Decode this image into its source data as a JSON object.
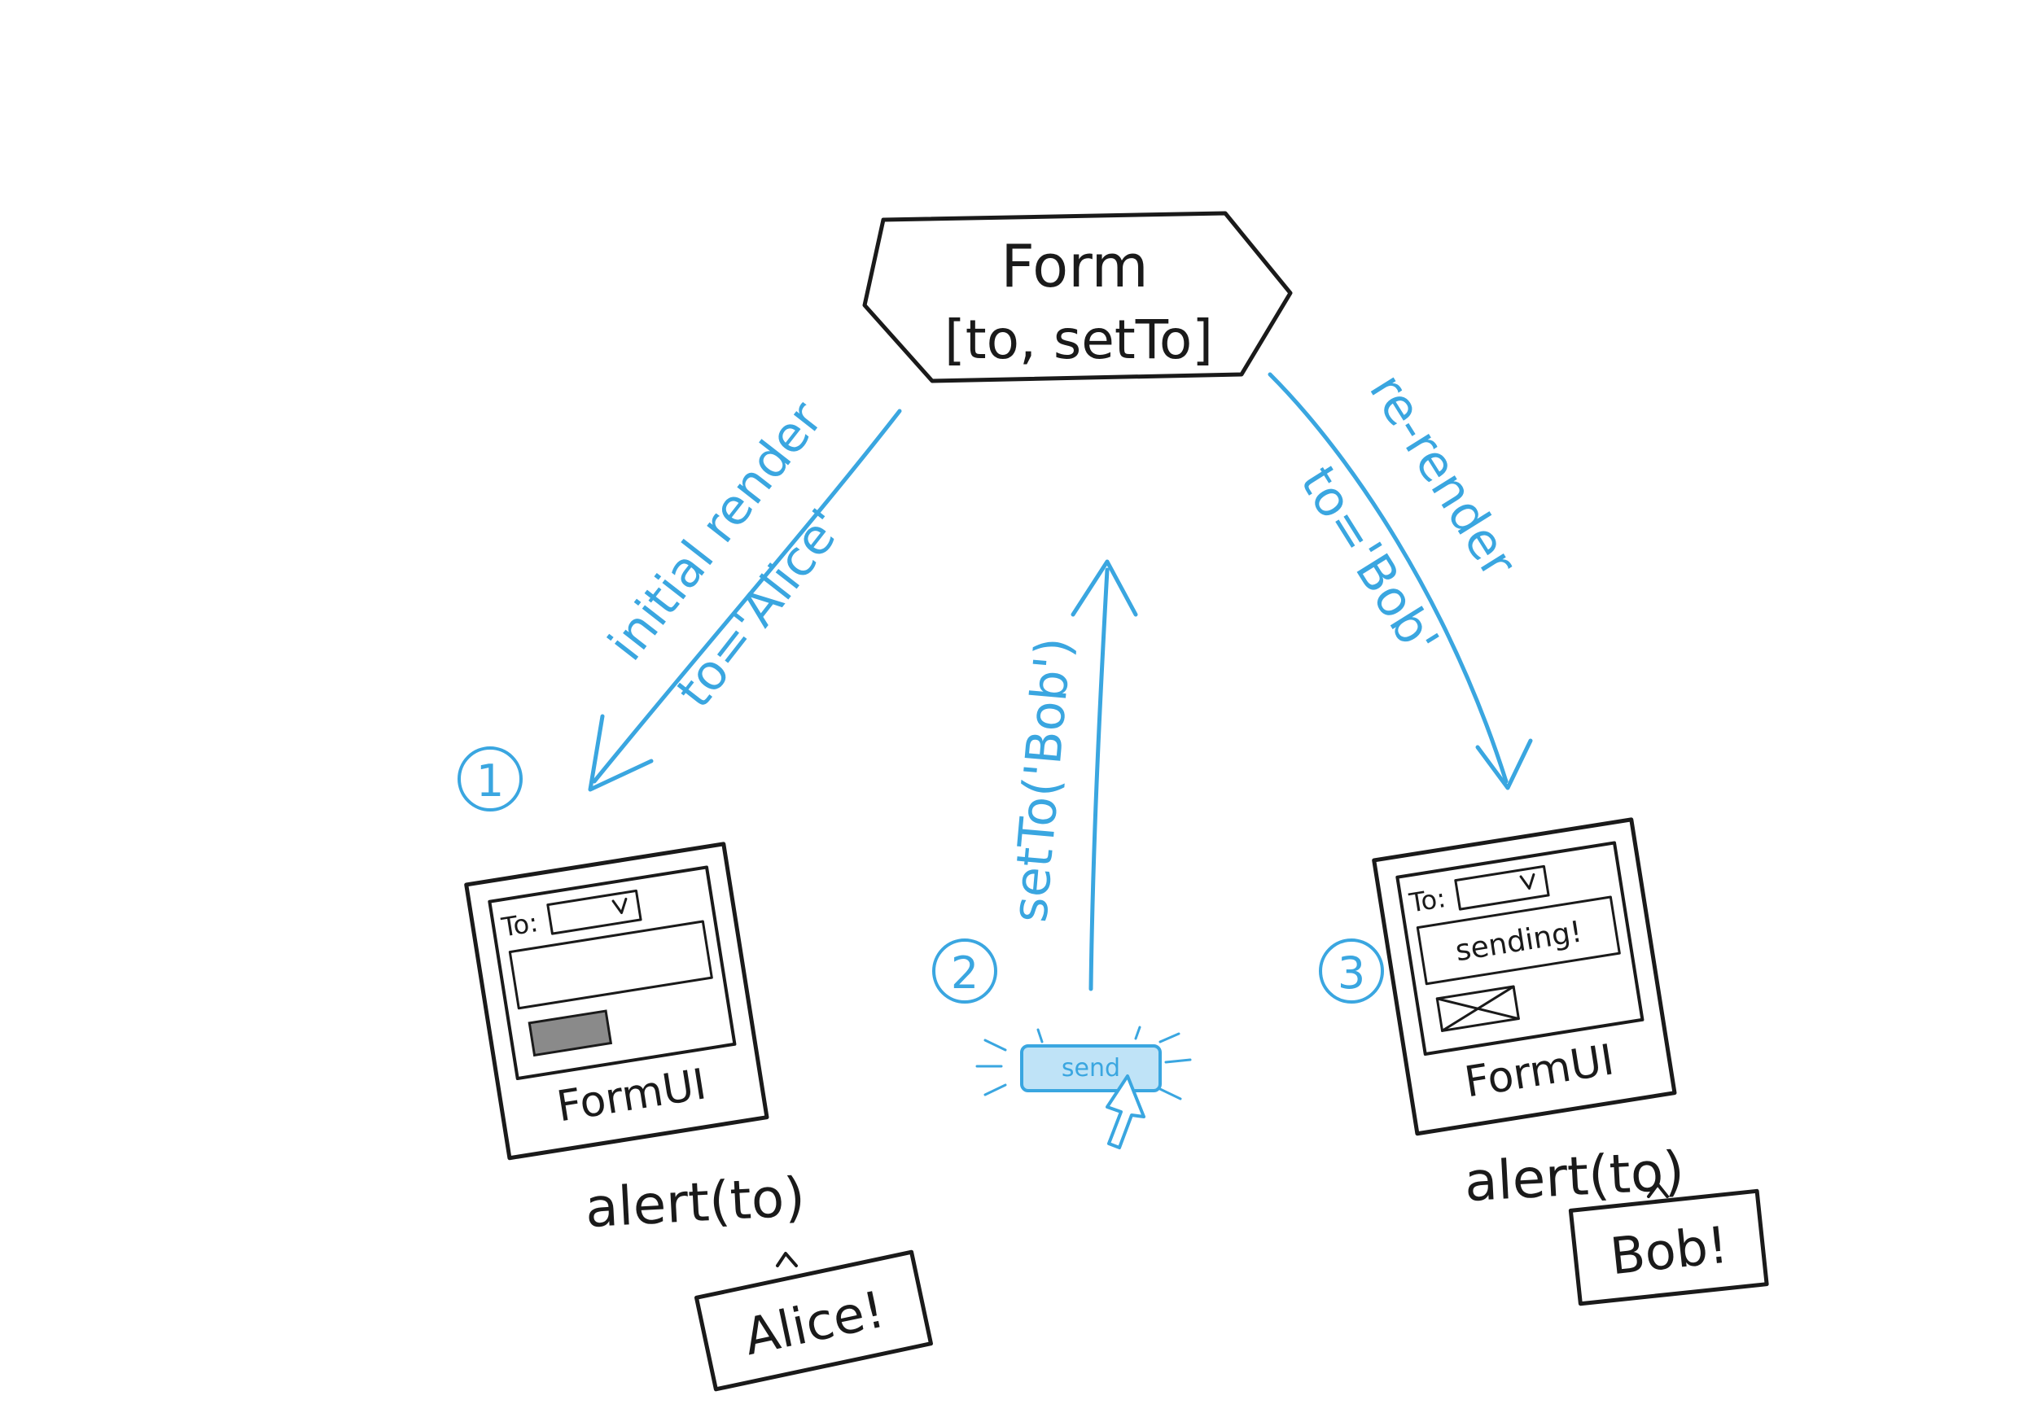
{
  "colors": {
    "ink": "#1a1a1a",
    "accent": "#3aa6e0",
    "accent_fill": "#bfe3f7",
    "background": "#ffffff"
  },
  "parent": {
    "title": "Form",
    "state": "[to, setTo]"
  },
  "steps": [
    {
      "number": "1",
      "edge_label_1": "initial render",
      "edge_label_2": "to='Alice'"
    },
    {
      "number": "2",
      "edge_label": "setTo('Bob')",
      "button_label": "send"
    },
    {
      "number": "3",
      "edge_label_1": "re-render",
      "edge_label_2": "to='Bob'"
    }
  ],
  "left_child": {
    "window_label": "FormUI",
    "field_label": "To:",
    "call": "alert(to)",
    "alert_text": "Alice!"
  },
  "right_child": {
    "window_label": "FormUI",
    "field_label": "To:",
    "status_text": "sending!",
    "call": "alert(to)",
    "alert_text": "Bob!"
  }
}
